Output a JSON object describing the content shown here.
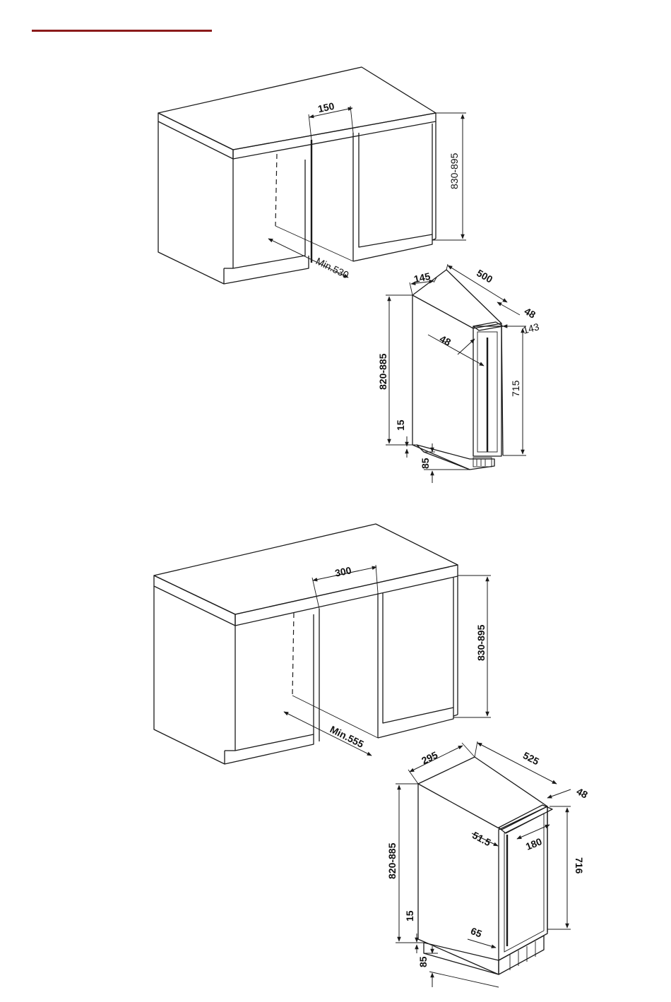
{
  "header_rule_color": "#8b1a1a",
  "diagram_top": {
    "gap_width": "150",
    "cabinet_height": "830-895",
    "min_depth": "Min.530",
    "unit_depth": "145",
    "unit_length": "500",
    "door_offset_top": "48",
    "door_offset_side": "48",
    "handle_width": "143",
    "unit_height": "820-885",
    "door_height": "715",
    "base_gap": "15",
    "plinth_height": "85"
  },
  "diagram_bottom": {
    "gap_width": "300",
    "cabinet_height": "830-895",
    "min_depth": "Min.555",
    "unit_depth": "295",
    "unit_length": "525",
    "door_offset_top": "48",
    "handle_offset": "51.5",
    "handle_width": "180",
    "unit_height": "820-885",
    "door_height": "716",
    "base_gap": "15",
    "plinth_depth": "65",
    "plinth_height": "85"
  }
}
